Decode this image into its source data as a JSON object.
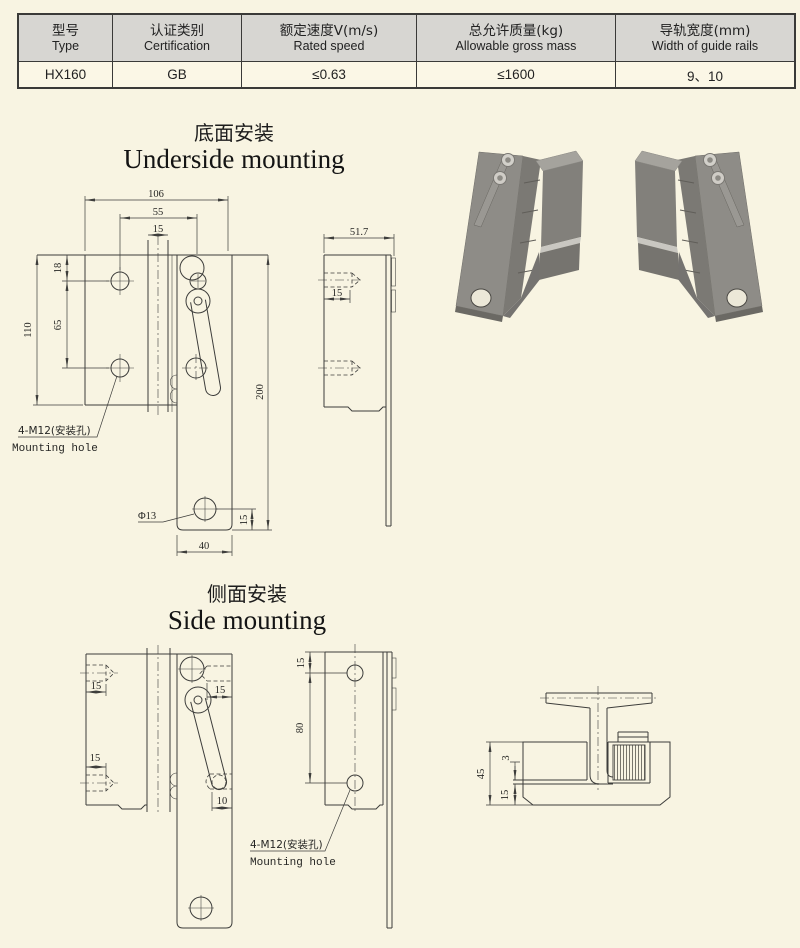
{
  "colors": {
    "page_bg": "#f8f4e2",
    "header_bg": "#d7d6d2",
    "row_bg": "#fbf7e6",
    "line": "#3d3d3b"
  },
  "table": {
    "columns": [
      {
        "zh": "型号",
        "en": "Type"
      },
      {
        "zh": "认证类别",
        "en": "Certification"
      },
      {
        "zh": "额定速度V(m/s)",
        "en": "Rated speed"
      },
      {
        "zh": "总允许质量(kg)",
        "en": "Allowable gross mass"
      },
      {
        "zh": "导轨宽度(mm)",
        "en": "Width of guide rails"
      }
    ],
    "values": [
      "HX160",
      "GB",
      "≤0.63",
      "≤1600",
      "9、10"
    ]
  },
  "sections": {
    "underside": {
      "title_zh": "底面安装",
      "title_en": "Underside mounting"
    },
    "side": {
      "title_zh": "侧面安装",
      "title_en": "Side mounting"
    }
  },
  "underside_front": {
    "d106": "106",
    "d55": "55",
    "d15t": "15",
    "d18": "18",
    "d65": "65",
    "d110": "110",
    "d200": "200",
    "phi13": "Φ13",
    "d15b": "15",
    "d40": "40",
    "note_zh": "4-M12(安装孔)",
    "note_en": "Mounting hole"
  },
  "underside_side": {
    "d517": "51.7",
    "d15": "15"
  },
  "side_front": {
    "d15a": "15",
    "d15b": "15",
    "d15r": "15",
    "d10": "10"
  },
  "side_mid": {
    "d15": "15",
    "d80": "80",
    "note_zh": "4-M12(安装孔)",
    "note_en": "Mounting hole"
  },
  "side_section": {
    "d45": "45",
    "d3": "3",
    "d15": "15"
  }
}
